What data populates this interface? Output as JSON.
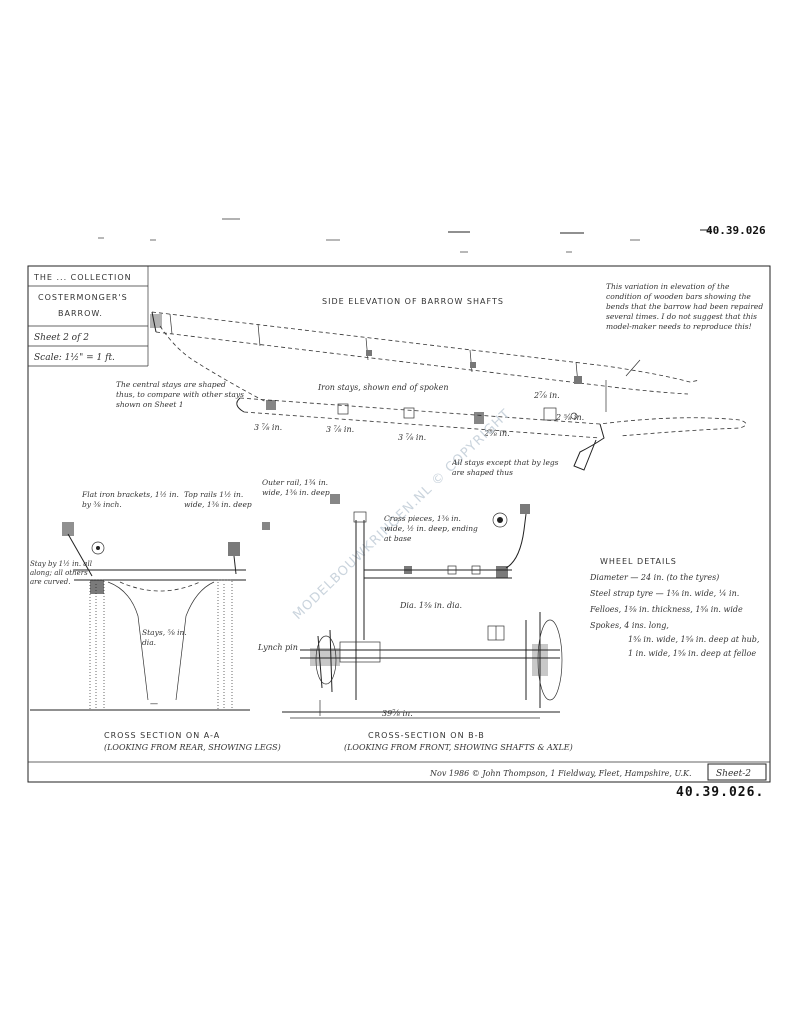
{
  "sheet": {
    "ref_top": "40.39.026",
    "ref_bottom": "40.39.026.",
    "watermark": "MODELBOUWKRINGEN.NL © COPYRIGHT"
  },
  "title_block": {
    "line1": "THE ... COLLECTION",
    "line2": "COSTERMONGER'S",
    "line3": "BARROW.",
    "sheet_label": "Sheet 2 of 2",
    "scale": "Scale: 1½\" = 1 ft."
  },
  "plan": {
    "title": "SIDE ELEVATION OF BARROW SHAFTS",
    "note": "This variation in elevation of the condition of wooden bars showing the bends that the barrow had been repaired several times. I do not suggest that this model-maker needs to reproduce this!",
    "shaft_note": "Iron stays, shown end of spoken",
    "stay_note": "The central stays are shaped thus, to compare with other stays shown on Sheet 1",
    "dims": [
      "2⅞ in.",
      "3 ⅞ in.",
      "3 ⅞ in.",
      "3 ⅞ in.",
      "2⅝ in.",
      "2 ⅝ in."
    ]
  },
  "cross_section_rear": {
    "caption": "CROSS SECTION ON A-A",
    "subcaption": "(LOOKING FROM REAR, SHOWING LEGS)",
    "bracket_note": "Flat iron brackets, 1½ in. by ⅜ inch.",
    "top_rail_note": "Top rails 1½ in. wide, 1⅜ in. deep",
    "stay_note": "Stay by 1½ in. all along; all others are curved.",
    "stays_label": "Stays, ⅝ in. dia."
  },
  "cross_section_front": {
    "caption": "CROSS-SECTION ON B-B",
    "subcaption": "(LOOKING FROM FRONT, SHOWING SHAFTS & AXLE)",
    "outer_rail_note": "Outer rail, 1¾ in. wide, 1⅜ in. deep",
    "cross_piece_note": "Cross pieces, 1⅜ in. wide, ½ in. deep, ending at base",
    "stays_note": "All stays except that by legs are shaped thus",
    "axle_note": "Dia. 1⅜ in. dia.",
    "lynch_pin": "Lynch pin",
    "width_dim": "39⅞ in."
  },
  "wheel_details": {
    "title": "WHEEL DETAILS",
    "lines": [
      "Diameter — 24 in. (to the tyres)",
      "Steel strap tyre — 1⅜ in. wide, ¼ in.",
      "Felloes, 1⅜ in. thickness, 1⅝ in. wide",
      "Spokes, 4 ins. long,",
      "1⅝ in. wide, 1⅝ in. deep at hub,",
      "1 in. wide, 1⅝ in. deep at felloe"
    ]
  },
  "footer": {
    "credit": "Nov 1986 © John Thompson, 1 Fieldway, Fleet, Hampshire, U.K.",
    "sheet_box": "Sheet-2"
  }
}
